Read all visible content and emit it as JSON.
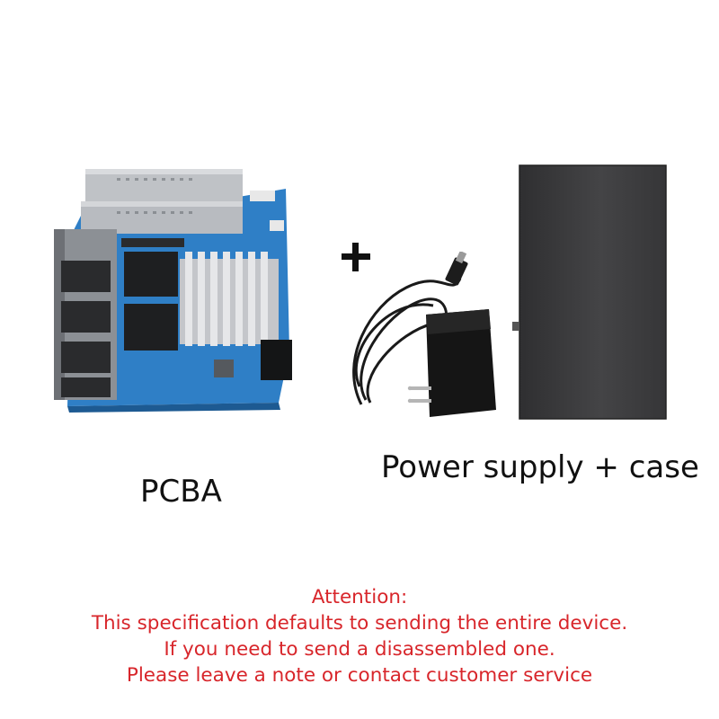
{
  "labels": {
    "pcba": "PCBA",
    "power_supply_case": "Power supply + case"
  },
  "notice": {
    "title": "Attention:",
    "lines": [
      "This specification defaults to sending the entire device.",
      "If you need to send a disassembled one.",
      "Please leave a note or contact customer service"
    ]
  },
  "colors": {
    "notice_text": "#d8262b",
    "caption_text": "#111111",
    "case_body": "#3c3c3e",
    "pcb_blue": "#2e7ec4"
  }
}
